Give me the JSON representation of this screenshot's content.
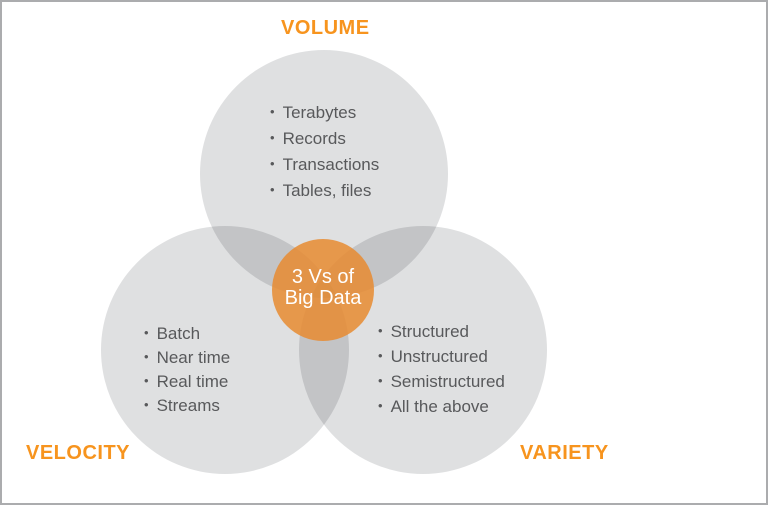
{
  "bullet_glyph": "•",
  "center": {
    "line1": "3 Vs of",
    "line2": "Big Data"
  },
  "venn": {
    "volume": {
      "label": "VOLUME",
      "items": [
        "Terabytes",
        "Records",
        "Transactions",
        "Tables, files"
      ]
    },
    "velocity": {
      "label": "VELOCITY",
      "items": [
        "Batch",
        "Near time",
        "Real time",
        "Streams"
      ]
    },
    "variety": {
      "label": "VARIETY",
      "items": [
        "Structured",
        "Unstructured",
        "Semistructured",
        "All the above"
      ]
    }
  },
  "colors": {
    "accent_orange": "#F7941E",
    "circle_fill": "#DFE0E1",
    "center_fill": "#E88B30D9",
    "list_text": "#58595B",
    "center_text": "#FFFFFF",
    "frame_border": "#ABACAE"
  }
}
